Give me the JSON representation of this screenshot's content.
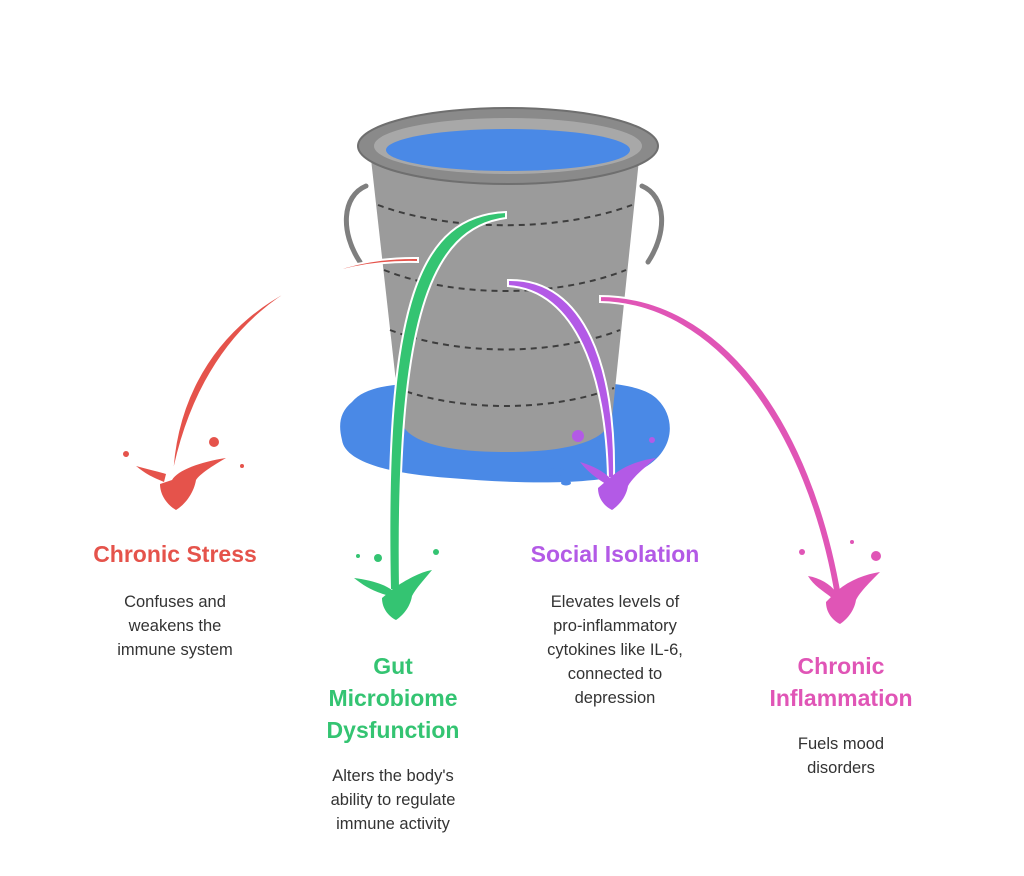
{
  "colors": {
    "red": "#e5534b",
    "green": "#34c472",
    "purple": "#b35ae6",
    "pink": "#e055b6",
    "water": "#4a89e6",
    "bucket": "#9b9b9b",
    "bucket_rim": "#8a8a8a"
  },
  "items": [
    {
      "key": "stress",
      "title_lines": [
        "Chronic Stress"
      ],
      "desc_lines": [
        "Confuses and",
        "weakens the",
        "immune system"
      ],
      "color": "#e5534b"
    },
    {
      "key": "gut",
      "title_lines": [
        "Gut",
        "Microbiome",
        "Dysfunction"
      ],
      "desc_lines": [
        "Alters the body's",
        "ability to regulate",
        "immune activity"
      ],
      "color": "#34c472"
    },
    {
      "key": "isolation",
      "title_lines": [
        "Social Isolation"
      ],
      "desc_lines": [
        "Elevates levels of",
        "pro-inflammatory",
        "cytokines like IL-6,",
        "connected to",
        "depression"
      ],
      "color": "#b35ae6"
    },
    {
      "key": "inflammation",
      "title_lines": [
        "Chronic",
        "Inflammation"
      ],
      "desc_lines": [
        "Fuels mood",
        "disorders"
      ],
      "color": "#e055b6"
    }
  ]
}
